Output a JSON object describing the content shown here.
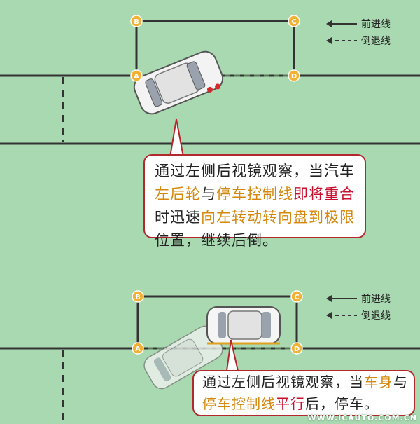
{
  "legend": {
    "forward_line": "前进线",
    "reverse_line": "倒退线"
  },
  "points": {
    "a": "A",
    "b": "B",
    "c": "C",
    "d": "D"
  },
  "step1": {
    "text_1": "通过左侧后视镜观察，当汽车",
    "hl_1": "左后轮",
    "text_2": "与",
    "hl_2": "停车控制线",
    "hl_3": "即将重合",
    "text_3": "时迅速",
    "hl_4": "向左转动转向盘到极限",
    "text_4": "位置，继续后倒。"
  },
  "step2": {
    "text_1": "通过左侧后视镜观察，当",
    "hl_1": "车身",
    "text_2": "与",
    "hl_2": "停车控制线",
    "hl_3": "平行",
    "text_3": "后，停车。"
  },
  "watermark": "WWW.ICAUTO.COM.CN",
  "colors": {
    "background": "#a8d9b0",
    "road_line": "#333333",
    "callout_border": "#b3282d",
    "point_marker": "#f2b134",
    "highlight_orange": "#d4890e",
    "highlight_red": "#c8102e"
  }
}
